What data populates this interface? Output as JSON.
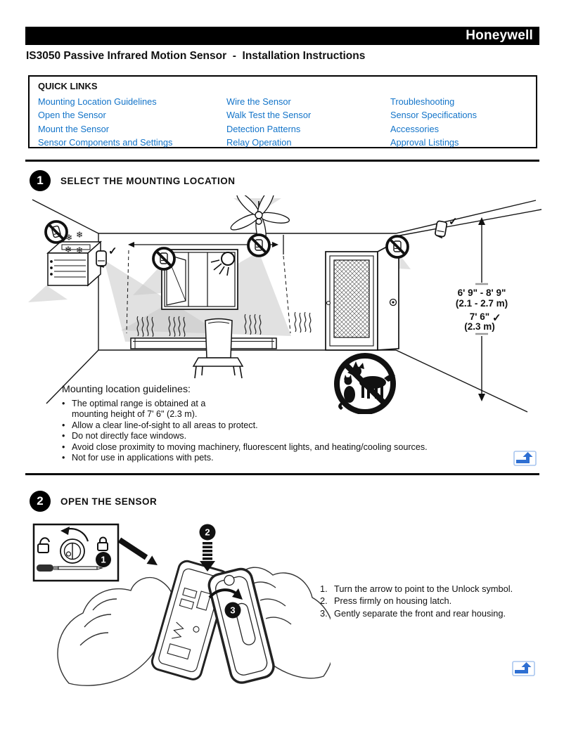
{
  "brand": {
    "logo": "Honeywell"
  },
  "doc": {
    "title": "IS3050 Passive Infrared Motion Sensor  -  Installation Instructions"
  },
  "colors": {
    "link_blue": "#1374c9",
    "icon_blue": "#2e6fd2",
    "beam_gray": "#c9c9c9"
  },
  "ui": {
    "bullet": "•"
  },
  "quick_links": {
    "heading": "QUICK LINKS",
    "col1": [
      "Mounting Location Guidelines",
      "Open the Sensor",
      "Mount the Sensor",
      "Sensor Components and Settings"
    ],
    "col2": [
      "Wire the Sensor",
      "Walk Test the Sensor",
      "Detection Patterns",
      "Relay Operation"
    ],
    "col3": [
      "Troubleshooting",
      "Sensor Specifications",
      "Accessories",
      "Approval Listings"
    ]
  },
  "section1": {
    "num": "1",
    "title": "SELECT THE MOUNTING LOCATION",
    "diagram": {
      "height_range": "6' 9\" - 8' 9\"",
      "height_range_metric": "(2.1 - 2.7 m)",
      "optimal_height": "7' 6\"",
      "optimal_height_metric": "(2.3 m)",
      "checkmark": "✓"
    },
    "guidelines_heading": "Mounting location guidelines:",
    "bullets": [
      "The optimal range is obtained at a\n mounting height of 7' 6\" (2.3 m).",
      "Allow a clear line-of-sight to all areas to protect.",
      "Do not directly face windows.",
      "Avoid close proximity to moving machinery, fluorescent lights, and heating/cooling sources.",
      "Not for use in applications with pets."
    ]
  },
  "section2": {
    "num": "2",
    "title": "OPEN THE SENSOR",
    "callouts": {
      "one": "1",
      "two": "2",
      "three": "3"
    },
    "steps": [
      {
        "num": "1.",
        "text": "Turn the arrow to point to the Unlock symbol."
      },
      {
        "num": "2.",
        "text": "Press firmly on housing latch."
      },
      {
        "num": "3.",
        "text": "Gently separate the front and rear housing."
      }
    ]
  }
}
